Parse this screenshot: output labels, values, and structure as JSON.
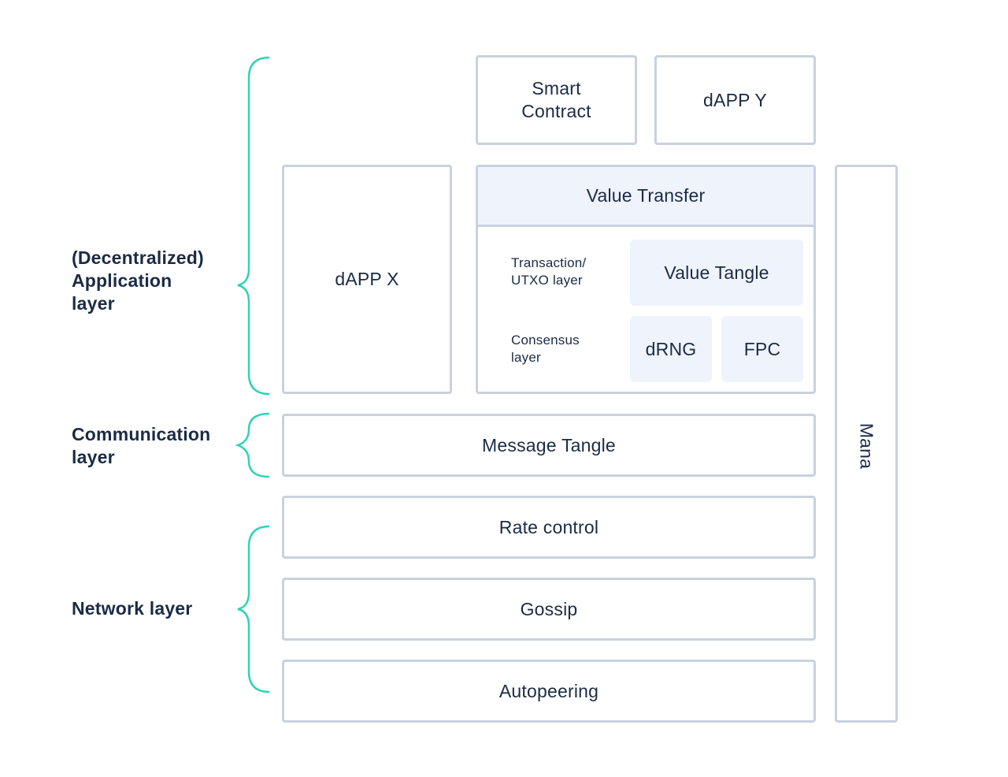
{
  "layers": {
    "application": "(Decentralized)\nApplication\nlayer",
    "communication": "Communication\nlayer",
    "network": "Network layer"
  },
  "boxes": {
    "smart_contract": "Smart\nContract",
    "dapp_y": "dAPP Y",
    "dapp_x": "dAPP X",
    "message_tangle": "Message Tangle",
    "rate_control": "Rate control",
    "gossip": "Gossip",
    "autopeering": "Autopeering",
    "mana": "Mana"
  },
  "value_transfer": {
    "title": "Value Transfer",
    "transaction_label": "Transaction/\nUTXO layer",
    "consensus_label": "Consensus\nlayer",
    "value_tangle": "Value Tangle",
    "drng": "dRNG",
    "fpc": "FPC"
  },
  "colors": {
    "brace": "#2ed3b7",
    "border": "#c9d1de",
    "fill_light": "#eff3fc",
    "text": "#1b2b45"
  }
}
